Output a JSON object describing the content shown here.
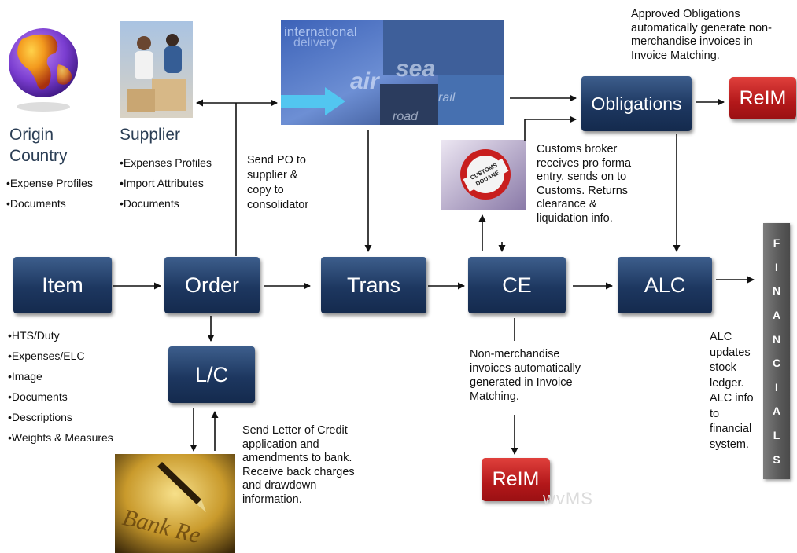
{
  "boxes": {
    "item": "Item",
    "order": "Order",
    "trans": "Trans",
    "ce": "CE",
    "alc": "ALC",
    "lc": "L/C",
    "obligations": "Obligations",
    "relm_top": "ReIM",
    "relm_bottom": "ReIM"
  },
  "origin": {
    "title_line1": "Origin",
    "title_line2": "Country",
    "bullets": [
      "Expense Profiles",
      "Documents"
    ]
  },
  "supplier": {
    "title": "Supplier",
    "bullets": [
      "Expenses Profiles",
      "Import Attributes",
      "Documents"
    ]
  },
  "item_bullets": [
    "HTS/Duty",
    "Expenses/ELC",
    "Image",
    "Documents",
    "Descriptions",
    "Weights & Measures"
  ],
  "notes": {
    "send_po": [
      "Send PO to",
      "supplier &",
      "copy to",
      "consolidator"
    ],
    "approved_obligations": [
      "Approved Obligations",
      "automatically generate non-",
      "merchandise invoices in",
      "Invoice Matching."
    ],
    "customs_broker": [
      "Customs broker",
      "receives pro forma",
      "entry, sends on to",
      "Customs. Returns",
      "clearance &",
      "liquidation info."
    ],
    "non_merch": [
      "Non-merchandise",
      "invoices automatically",
      "generated in Invoice",
      "Matching."
    ],
    "letter_of_credit": [
      "Send Letter of Credit",
      "application and",
      "amendments to bank.",
      "Receive back charges",
      "and drawdown",
      "information."
    ],
    "alc_updates": [
      "ALC",
      "updates",
      "stock",
      "ledger.",
      "ALC info",
      "to",
      "financial",
      "system."
    ]
  },
  "financials": [
    "F",
    "I",
    "N",
    "A",
    "N",
    "C",
    "I",
    "A",
    "L",
    "S"
  ],
  "transport_image": {
    "words": [
      "international",
      "delivery",
      "sea",
      "air",
      "rail",
      "road"
    ]
  },
  "customs_sign": {
    "line1": "CUSTOMS",
    "line2": "DOUANE"
  },
  "bank_image_text": "Bank Re",
  "watermark": "wvMS"
}
